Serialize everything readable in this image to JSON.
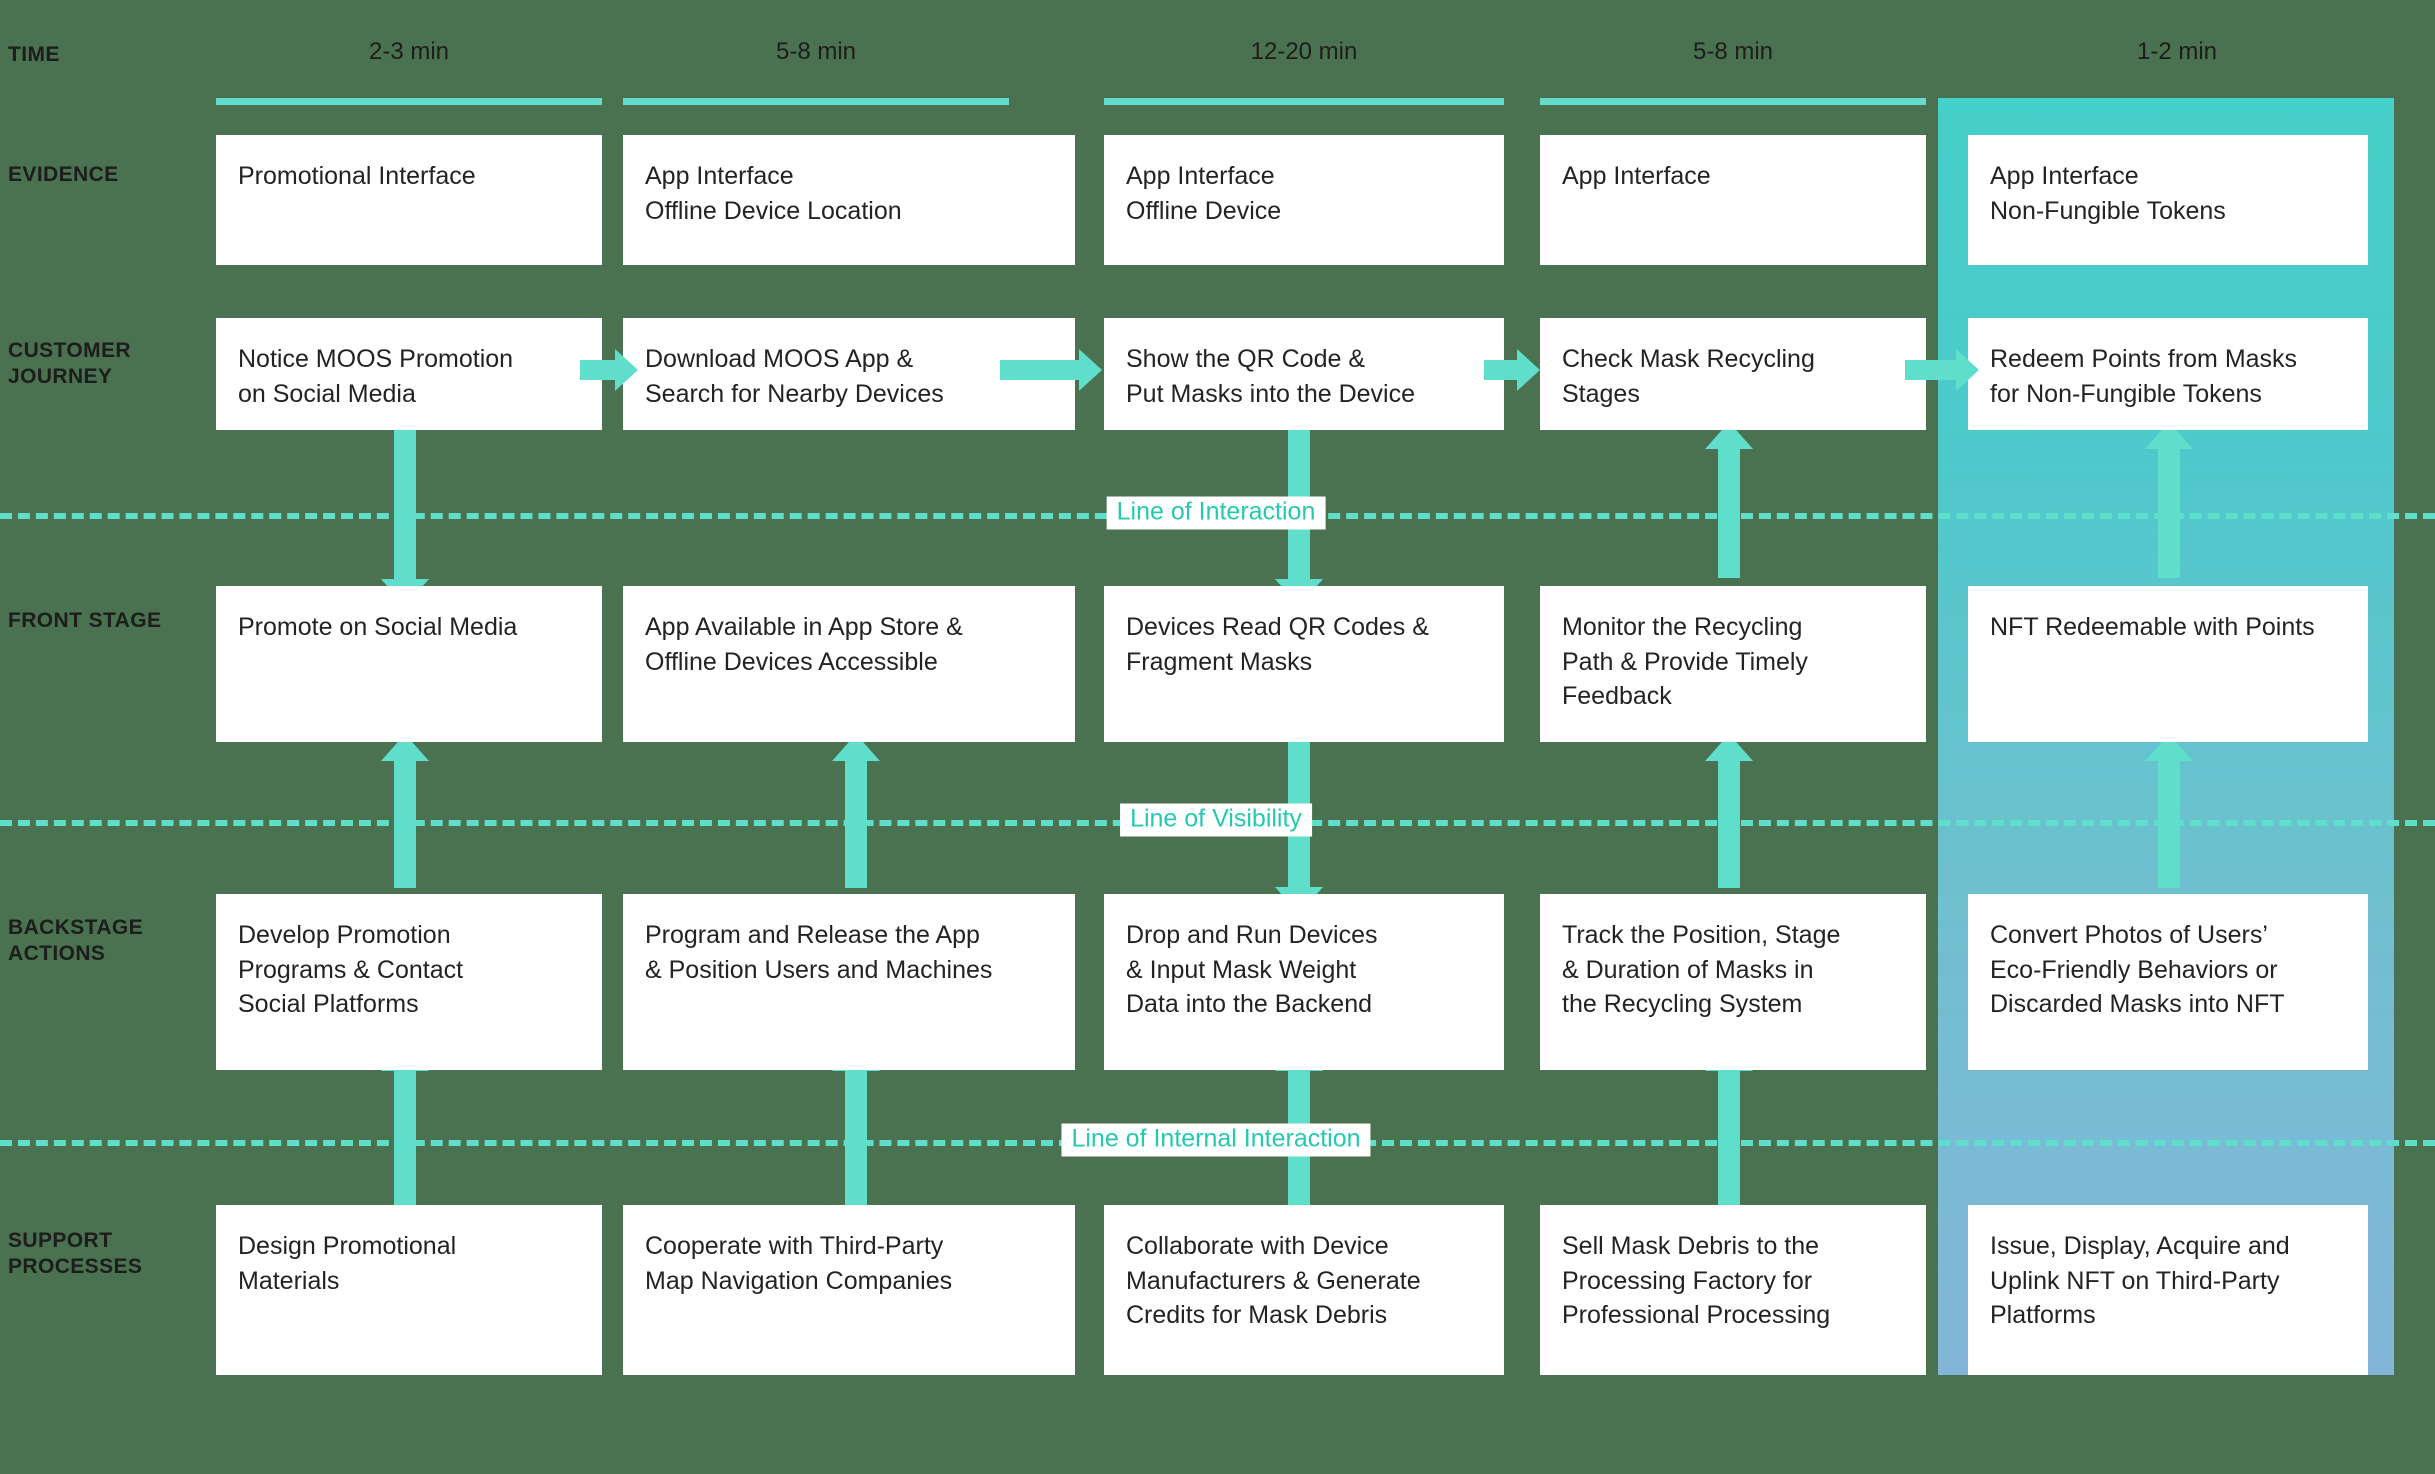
{
  "colors": {
    "background": "#4a7150",
    "accent": "#5edecb",
    "accent_text": "#25c9b0",
    "card": "#ffffff",
    "text": "#232323",
    "label": "#1d1d1b",
    "highlight_top": "#45cfc9",
    "highlight_bottom": "#83b5d8"
  },
  "row_labels": {
    "time": "TIME",
    "evidence": "EVIDENCE",
    "customer_journey": "CUSTOMER\nJOURNEY",
    "customer_journey_line1": "CUSTOMER",
    "customer_journey_line2": "JOURNEY",
    "front_stage_line1": "FRONT",
    "front_stage_line2": "STAGE",
    "backstage_line1": "BACKSTAGE",
    "backstage_line2": "ACTIONS",
    "support_line1": "SUPPORT",
    "support_line2": "PROCESSES"
  },
  "separators": {
    "interaction": "Line of Interaction",
    "visibility": "Line of Visibility",
    "internal_interaction": "Line of Internal Interaction"
  },
  "columns": [
    {
      "time": "2-3 min",
      "evidence": [
        "Promotional Interface"
      ],
      "customer_journey": [
        "Notice MOOS Promotion",
        "on Social Media"
      ],
      "front_stage": [
        "Promote on Social Media"
      ],
      "backstage": [
        "Develop Promotion",
        "Programs & Contact",
        "Social Platforms"
      ],
      "support": [
        "Design Promotional",
        "Materials"
      ]
    },
    {
      "time": "5-8 min",
      "evidence": [
        "App Interface",
        "Offline Device Location"
      ],
      "customer_journey": [
        "Download MOOS App &",
        "Search for Nearby Devices"
      ],
      "front_stage": [
        "App Available in App Store &",
        "Offline Devices Accessible"
      ],
      "backstage": [
        "Program and Release the App",
        "& Position Users and Machines"
      ],
      "support": [
        "Cooperate with Third-Party",
        "Map Navigation Companies"
      ]
    },
    {
      "time": "12-20 min",
      "evidence": [
        "App Interface",
        "Offline Device"
      ],
      "customer_journey": [
        "Show the QR Code &",
        "Put Masks into the Device"
      ],
      "front_stage": [
        "Devices Read QR Codes &",
        "Fragment Masks"
      ],
      "backstage": [
        "Drop and Run Devices",
        "& Input Mask Weight",
        "Data into the Backend"
      ],
      "support": [
        "Collaborate with Device",
        "Manufacturers & Generate",
        "Credits for Mask Debris"
      ]
    },
    {
      "time": "5-8 min",
      "evidence": [
        "App Interface"
      ],
      "customer_journey": [
        "Check Mask Recycling",
        "Stages"
      ],
      "front_stage": [
        "Monitor the Recycling",
        "Path & Provide Timely",
        "Feedback"
      ],
      "backstage": [
        "Track the Position, Stage",
        "& Duration of Masks in",
        "the Recycling System"
      ],
      "support": [
        "Sell Mask Debris to the",
        "Processing Factory for",
        "Professional Processing"
      ]
    },
    {
      "time": "1-2 min",
      "evidence": [
        "App Interface",
        "Non-Fungible Tokens"
      ],
      "customer_journey": [
        "Redeem Points from Masks",
        "for Non-Fungible Tokens"
      ],
      "front_stage": [
        "NFT Redeemable with Points"
      ],
      "backstage": [
        "Convert Photos of Users’",
        "Eco-Friendly Behaviors or",
        "Discarded Masks into NFT"
      ],
      "support": [
        "Issue, Display, Acquire and",
        "Uplink NFT on Third-Party",
        "Platforms"
      ]
    }
  ]
}
